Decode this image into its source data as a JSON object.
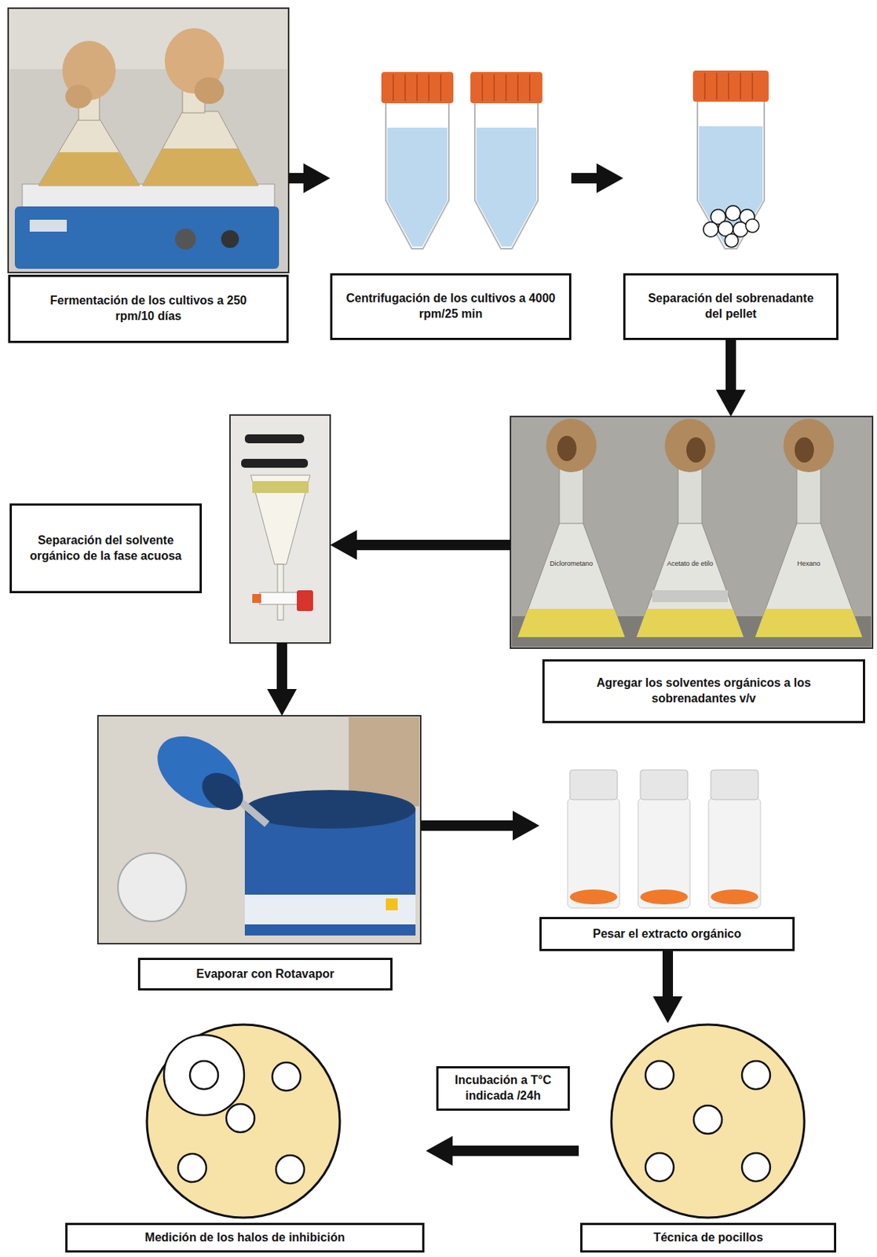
{
  "diagram": {
    "nodes": [
      {
        "text": [
          "Fermentación de los cultivos a 250 rpm/10 días"
        ]
      },
      {
        "text": [
          "Centrifugación de los cultivos a 4000 rpm/25 min"
        ]
      },
      {
        "text": [
          "Separación del sobrenadante del pellet"
        ]
      },
      {
        "text": [
          "Agregar los solventes orgánicos a los sobrenadantes v/v"
        ]
      },
      {
        "text": [
          "Separación del solvente orgánico de la fase acuosa"
        ]
      },
      {
        "text": [
          "Evaporar con Rotavapor"
        ]
      },
      {
        "text": [
          "Pesar el extracto orgánico"
        ]
      },
      {
        "text": [
          "Técnica de pocillos"
        ]
      },
      {
        "text": [
          "Medición de los halos de inhibición"
        ]
      }
    ],
    "edges": [
      {
        "from": 0,
        "to": 1,
        "arrow": "to"
      },
      {
        "from": 1,
        "to": 2,
        "arrow": "to"
      },
      {
        "from": 2,
        "to": 3,
        "arrow": "to"
      },
      {
        "from": 3,
        "to": 4,
        "arrow": "to"
      },
      {
        "from": 4,
        "to": 5,
        "arrow": "to"
      },
      {
        "from": 5,
        "to": 6,
        "arrow": "to"
      },
      {
        "from": 6,
        "to": 7,
        "arrow": "to"
      },
      {
        "from": 7,
        "to": 8,
        "label": "Incubación a T°C indicada /24h",
        "arrow": "to"
      }
    ],
    "labels": [
      "Diclorometano",
      "Acetato de etilo",
      "Hexano"
    ]
  }
}
